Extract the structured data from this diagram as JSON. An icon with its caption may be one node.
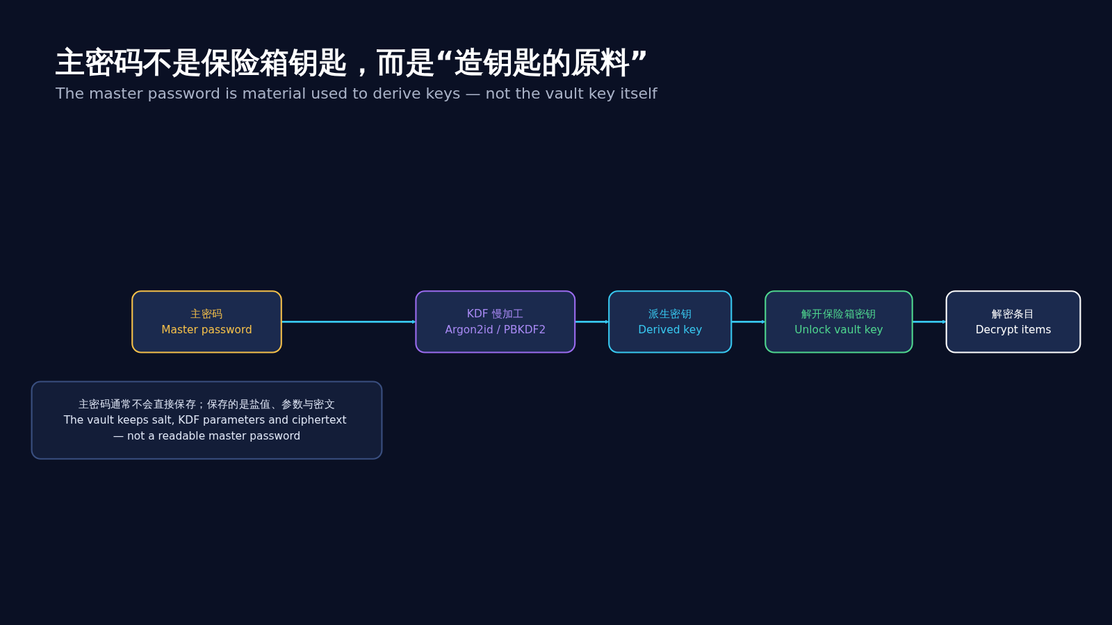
{
  "diagram": {
    "title": "主密码不是保险箱钥匙，而是“造钥匙的原料”",
    "nodes": [
      {
        "text": [
          "主密码",
          "Master password"
        ]
      },
      {
        "text": [
          "KDF 慢加工",
          "Argon2id / PBKDF2"
        ]
      },
      {
        "text": [
          "派生密钥",
          "Derived key"
        ]
      },
      {
        "text": [
          "解开保险箱密钥",
          "Unlock vault key"
        ]
      },
      {
        "text": [
          "解密条目",
          "Decrypt items"
        ]
      },
      {
        "text": [
          "主密码通常不会直接保存；保存的是盐值、参数与密文",
          "The vault keeps salt, KDF parameters and ciphertext — not a readable master password"
        ]
      }
    ],
    "edges": [
      {
        "from": 0,
        "to": 1,
        "arrow": "to"
      },
      {
        "from": 1,
        "to": 2,
        "arrow": "to"
      },
      {
        "from": 2,
        "to": 3,
        "arrow": "to"
      },
      {
        "from": 3,
        "to": 4,
        "arrow": "to"
      }
    ],
    "labels": [
      "The master password is material used to derive keys — not the vault key itself"
    ]
  }
}
